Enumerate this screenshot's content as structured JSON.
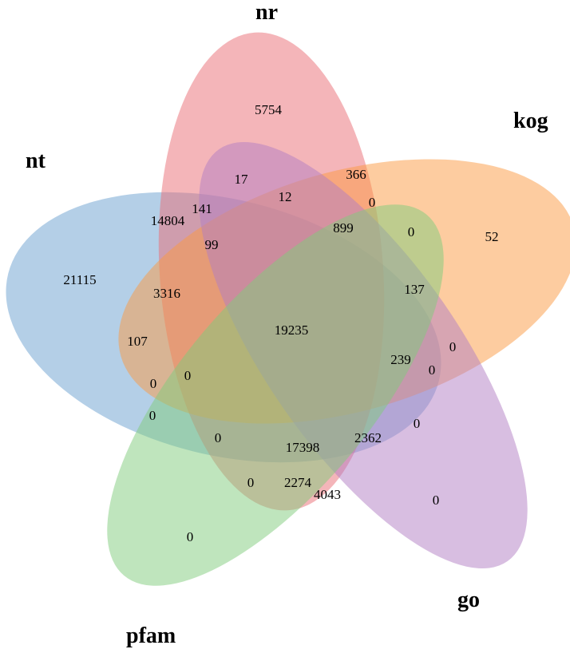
{
  "sets": [
    {
      "id": "nt",
      "label": "nt",
      "color": "#6a9fd0"
    },
    {
      "id": "nr",
      "label": "nr",
      "color": "#ea6b73"
    },
    {
      "id": "kog",
      "label": "kog",
      "color": "#fb9a41"
    },
    {
      "id": "go",
      "label": "go",
      "color": "#b27ec4"
    },
    {
      "id": "pfam",
      "label": "pfam",
      "color": "#7fcc7c"
    }
  ],
  "region_counts": [
    "5754",
    "52",
    "21115",
    "0",
    "0",
    "17",
    "366",
    "14804",
    "141",
    "12",
    "0",
    "99",
    "899",
    "0",
    "3316",
    "137",
    "19235",
    "107",
    "239",
    "0",
    "0",
    "0",
    "0",
    "0",
    "0",
    "0",
    "17398",
    "2362",
    "0",
    "2274",
    "4043"
  ]
}
